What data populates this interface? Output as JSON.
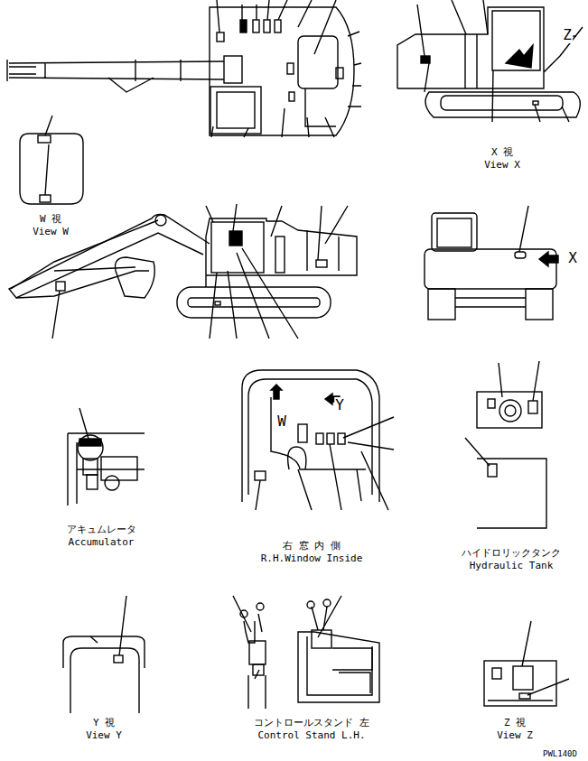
{
  "diagram": {
    "labels": [
      "W 視",
      "View W",
      "X 視",
      "View X",
      "X",
      "Z",
      "アキュムレータ",
      "Accumulator",
      "右 窓 内 側",
      "R.H.Window Inside",
      "W",
      "Y",
      "ハイドロリックタンク",
      "Hydraulic Tank",
      "Y 視",
      "View Y",
      "コントロールスタンド 左",
      "Control Stand L.H.",
      "Z 視",
      "View Z",
      "PWL140D"
    ]
  }
}
